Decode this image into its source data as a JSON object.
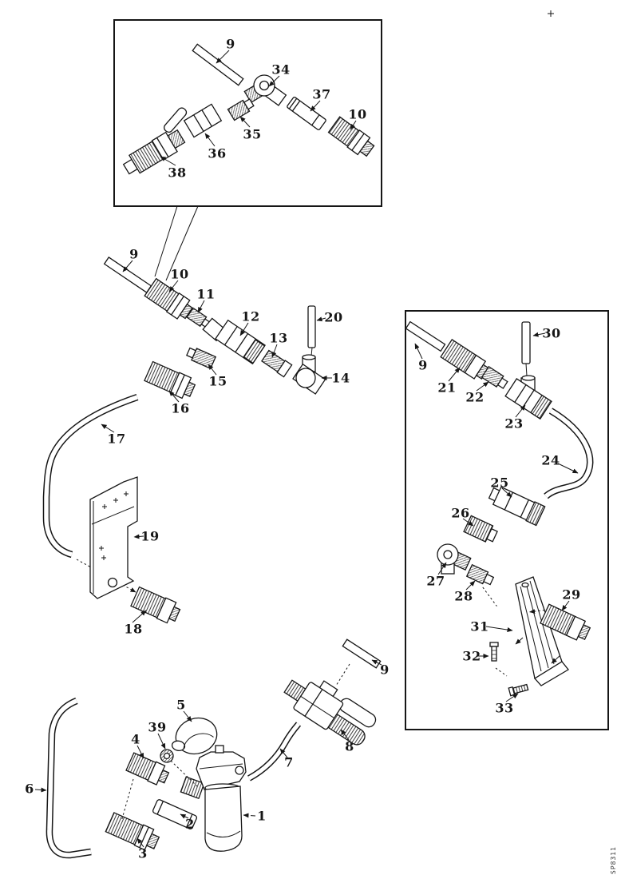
{
  "diagram": {
    "type": "exploded-parts-diagram",
    "description": "Black-and-white exploded parts diagram of a fuel filter / hose and fittings assembly with numbered callouts, one detail inset box (parts 9,34,35,36,37,38,10) and one sub-assembly box (parts 9,21-33)",
    "doc_code": "SP8311",
    "labels": [
      {
        "id": "inset-9",
        "text": "9"
      },
      {
        "id": "inset-34",
        "text": "34"
      },
      {
        "id": "inset-37",
        "text": "37"
      },
      {
        "id": "inset-10",
        "text": "10"
      },
      {
        "id": "inset-35",
        "text": "35"
      },
      {
        "id": "inset-36",
        "text": "36"
      },
      {
        "id": "inset-38",
        "text": "38"
      },
      {
        "id": "main-9",
        "text": "9"
      },
      {
        "id": "main-10",
        "text": "10"
      },
      {
        "id": "main-11",
        "text": "11"
      },
      {
        "id": "main-12",
        "text": "12"
      },
      {
        "id": "main-13",
        "text": "13"
      },
      {
        "id": "main-20",
        "text": "20"
      },
      {
        "id": "main-14",
        "text": "14"
      },
      {
        "id": "main-15",
        "text": "15"
      },
      {
        "id": "main-16",
        "text": "16"
      },
      {
        "id": "main-17",
        "text": "17"
      },
      {
        "id": "main-19",
        "text": "19"
      },
      {
        "id": "main-18",
        "text": "18"
      },
      {
        "id": "right-9",
        "text": "9"
      },
      {
        "id": "right-21",
        "text": "21"
      },
      {
        "id": "right-22",
        "text": "22"
      },
      {
        "id": "right-30",
        "text": "30"
      },
      {
        "id": "right-23",
        "text": "23"
      },
      {
        "id": "right-24",
        "text": "24"
      },
      {
        "id": "right-25",
        "text": "25"
      },
      {
        "id": "right-26",
        "text": "26"
      },
      {
        "id": "right-27",
        "text": "27"
      },
      {
        "id": "right-28",
        "text": "28"
      },
      {
        "id": "right-31",
        "text": "31"
      },
      {
        "id": "right-32",
        "text": "32"
      },
      {
        "id": "right-29",
        "text": "29"
      },
      {
        "id": "right-33",
        "text": "33"
      },
      {
        "id": "bottom-5",
        "text": "5"
      },
      {
        "id": "bottom-39",
        "text": "39"
      },
      {
        "id": "bottom-4",
        "text": "4"
      },
      {
        "id": "bottom-6",
        "text": "6"
      },
      {
        "id": "bottom-3",
        "text": "3"
      },
      {
        "id": "bottom-2",
        "text": "2"
      },
      {
        "id": "bottom-1",
        "text": "1"
      },
      {
        "id": "bottom-7",
        "text": "7"
      },
      {
        "id": "bottom-8",
        "text": "8"
      },
      {
        "id": "bottom-9",
        "text": "9"
      }
    ]
  }
}
